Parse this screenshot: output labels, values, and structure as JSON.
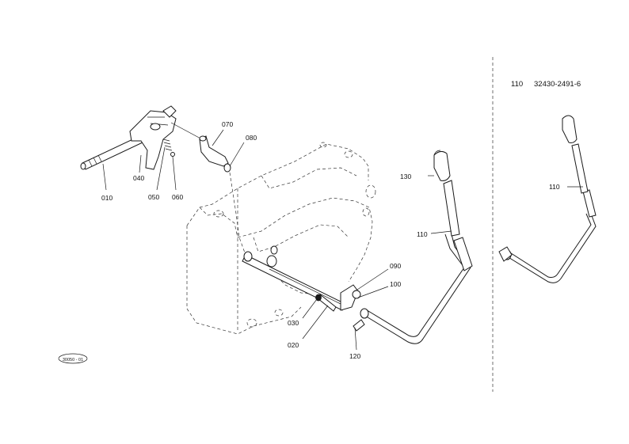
{
  "header": {
    "ref_no": "110",
    "part_no": "32430-2491-6"
  },
  "callouts": {
    "c010": "010",
    "c020": "020",
    "c030": "030",
    "c040": "040",
    "c050": "050",
    "c060": "060",
    "c070": "070",
    "c080": "080",
    "c090": "090",
    "c100": "100",
    "c110_main": "110",
    "c110_alt": "110",
    "c120": "120",
    "c130": "130"
  },
  "stamp": {
    "code": "30050 - 01"
  }
}
